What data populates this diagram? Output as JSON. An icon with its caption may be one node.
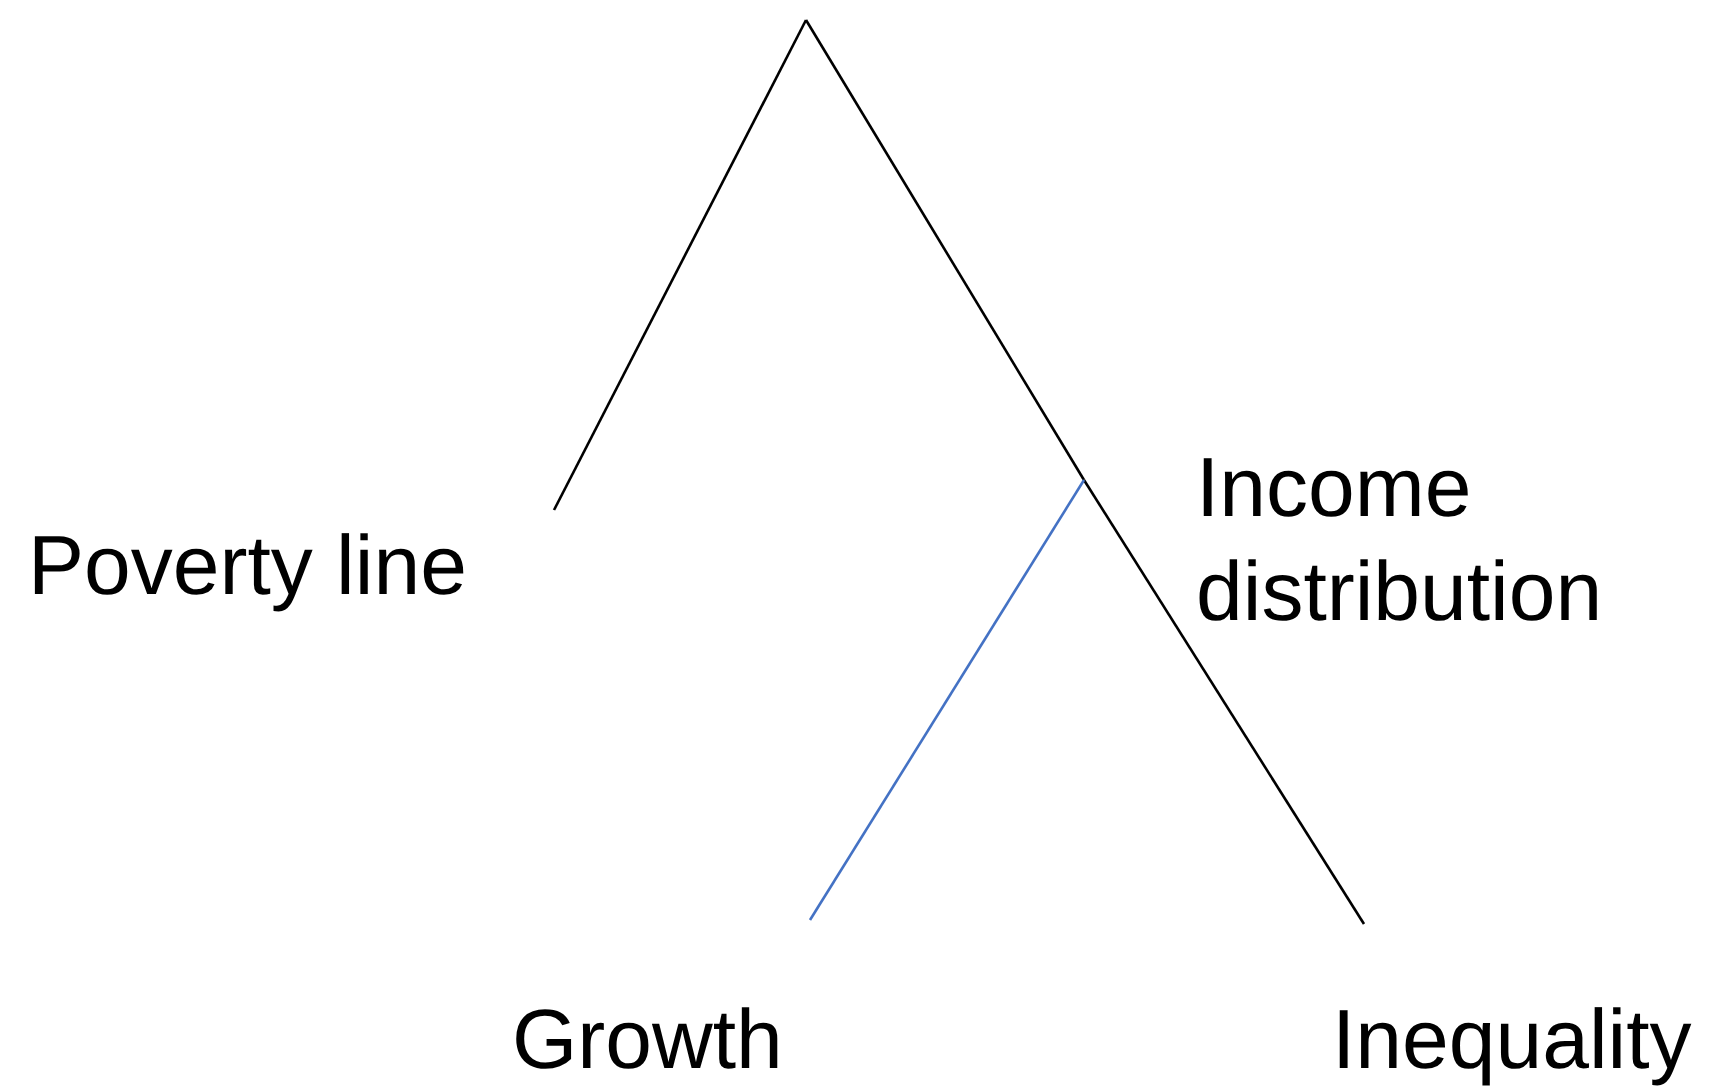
{
  "diagram": {
    "nodes": [
      {
        "text": [
          "Poverty line"
        ]
      },
      {
        "text": [
          "Income distribution"
        ]
      },
      {
        "text": [
          "Growth"
        ]
      },
      {
        "text": [
          "Inequality"
        ]
      }
    ],
    "edges": [
      {
        "from": null,
        "to": 0,
        "arrow": "none"
      },
      {
        "from": null,
        "to": 1,
        "arrow": "none"
      },
      {
        "from": 1,
        "to": 3,
        "arrow": "none"
      },
      {
        "from": 1,
        "to": 2,
        "arrow": "none",
        "color": "#4472c4"
      }
    ]
  }
}
